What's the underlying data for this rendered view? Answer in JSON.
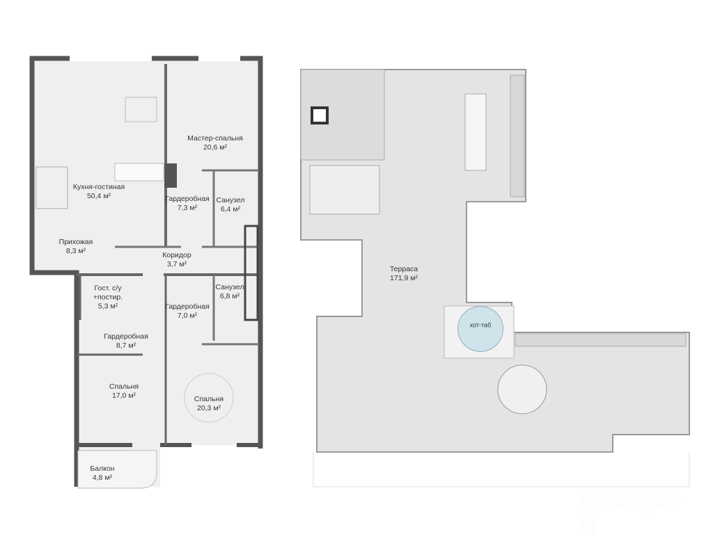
{
  "apartment": {
    "rooms": [
      {
        "name": "Кухня-гостиная",
        "area": "50,4 м²"
      },
      {
        "name": "Мастер-спальня",
        "area": "20,6 м²"
      },
      {
        "name": "Гардеробная",
        "area": "7,3 м²"
      },
      {
        "name": "Санузел",
        "area": "6,4 м²"
      },
      {
        "name": "Прихожая",
        "area": "8,3 м²"
      },
      {
        "name": "Коридор",
        "area": "3,7 м²"
      },
      {
        "name": "Гост. с/у",
        "name2": "+постир.",
        "area": "5,3 м²"
      },
      {
        "name": "Санузел",
        "area": "6,8 м²"
      },
      {
        "name": "Гардеробная",
        "area": "7,0 м²"
      },
      {
        "name": "Гардеробная",
        "area": "8,7 м²"
      },
      {
        "name": "Спальня",
        "area": "17,0 м²"
      },
      {
        "name": "Спальня",
        "area": "20,3 м²"
      },
      {
        "name": "Балкон",
        "area": "4,8 м²"
      }
    ]
  },
  "terrace": {
    "name": "Терраса",
    "area": "171,9 м²",
    "hot_tub_label": "хот-таб"
  },
  "watermark": "Новострой-М",
  "colors": {
    "wall": "#555555",
    "floor": "#eeeeee",
    "terrace": "#e4e4e4",
    "hot_tub": "#cfe3ea"
  }
}
